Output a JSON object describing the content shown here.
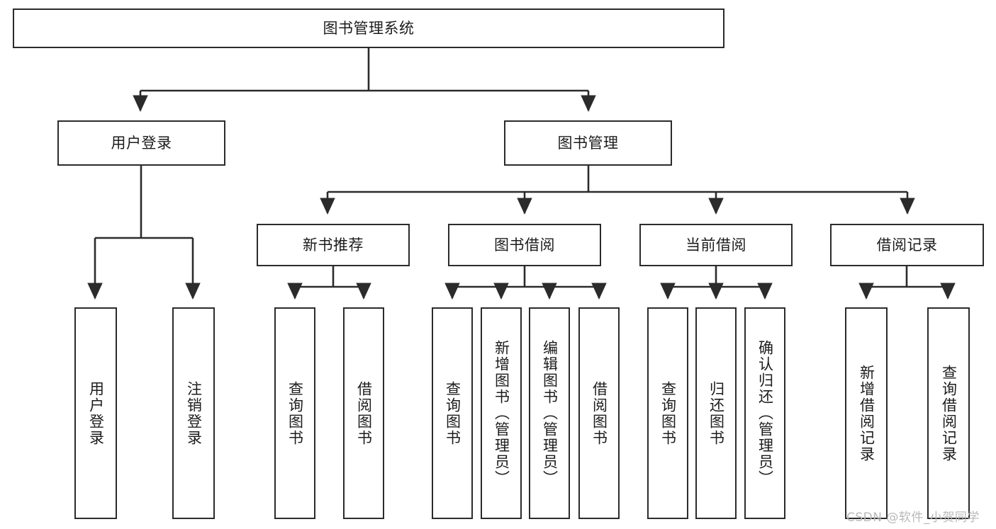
{
  "diagram": {
    "title": "图书管理系统",
    "type": "tree-hierarchy-chart",
    "root": {
      "id": "root",
      "label": "图书管理系统"
    },
    "level2": [
      {
        "id": "user-login",
        "label": "用户登录"
      },
      {
        "id": "book-manage",
        "label": "图书管理"
      }
    ],
    "level3": [
      {
        "id": "new-book-recommend",
        "label": "新书推荐"
      },
      {
        "id": "book-borrow",
        "label": "图书借阅"
      },
      {
        "id": "current-borrow",
        "label": "当前借阅"
      },
      {
        "id": "borrow-record",
        "label": "借阅记录"
      }
    ],
    "leaves": [
      {
        "id": "leaf-user-login",
        "label": "用户登录",
        "parent": "user-login"
      },
      {
        "id": "leaf-logout-login",
        "label": "注销登录",
        "parent": "user-login"
      },
      {
        "id": "leaf-query-book-1",
        "label": "查询图书",
        "parent": "new-book-recommend"
      },
      {
        "id": "leaf-borrow-book-1",
        "label": "借阅图书",
        "parent": "new-book-recommend"
      },
      {
        "id": "leaf-query-book-2",
        "label": "查询图书",
        "parent": "book-borrow"
      },
      {
        "id": "leaf-add-book",
        "label": "新增图书（管理员）",
        "parent": "book-borrow"
      },
      {
        "id": "leaf-edit-book",
        "label": "编辑图书（管理员）",
        "parent": "book-borrow"
      },
      {
        "id": "leaf-borrow-book-2",
        "label": "借阅图书",
        "parent": "book-borrow"
      },
      {
        "id": "leaf-query-book-3",
        "label": "查询图书",
        "parent": "current-borrow"
      },
      {
        "id": "leaf-return-book",
        "label": "归还图书",
        "parent": "current-borrow"
      },
      {
        "id": "leaf-confirm-return",
        "label": "确认归还（管理员）",
        "parent": "current-borrow"
      },
      {
        "id": "leaf-add-record",
        "label": "新增借阅记录",
        "parent": "borrow-record"
      },
      {
        "id": "leaf-query-record",
        "label": "查询借阅记录",
        "parent": "borrow-record"
      }
    ],
    "colors": {
      "stroke": "#2b2b2b",
      "fill": "#ffffff",
      "text": "#1c1c1c",
      "watermark": "#b9b9b9"
    }
  },
  "watermark": {
    "text": "CSDN @软件_小贺同学"
  }
}
